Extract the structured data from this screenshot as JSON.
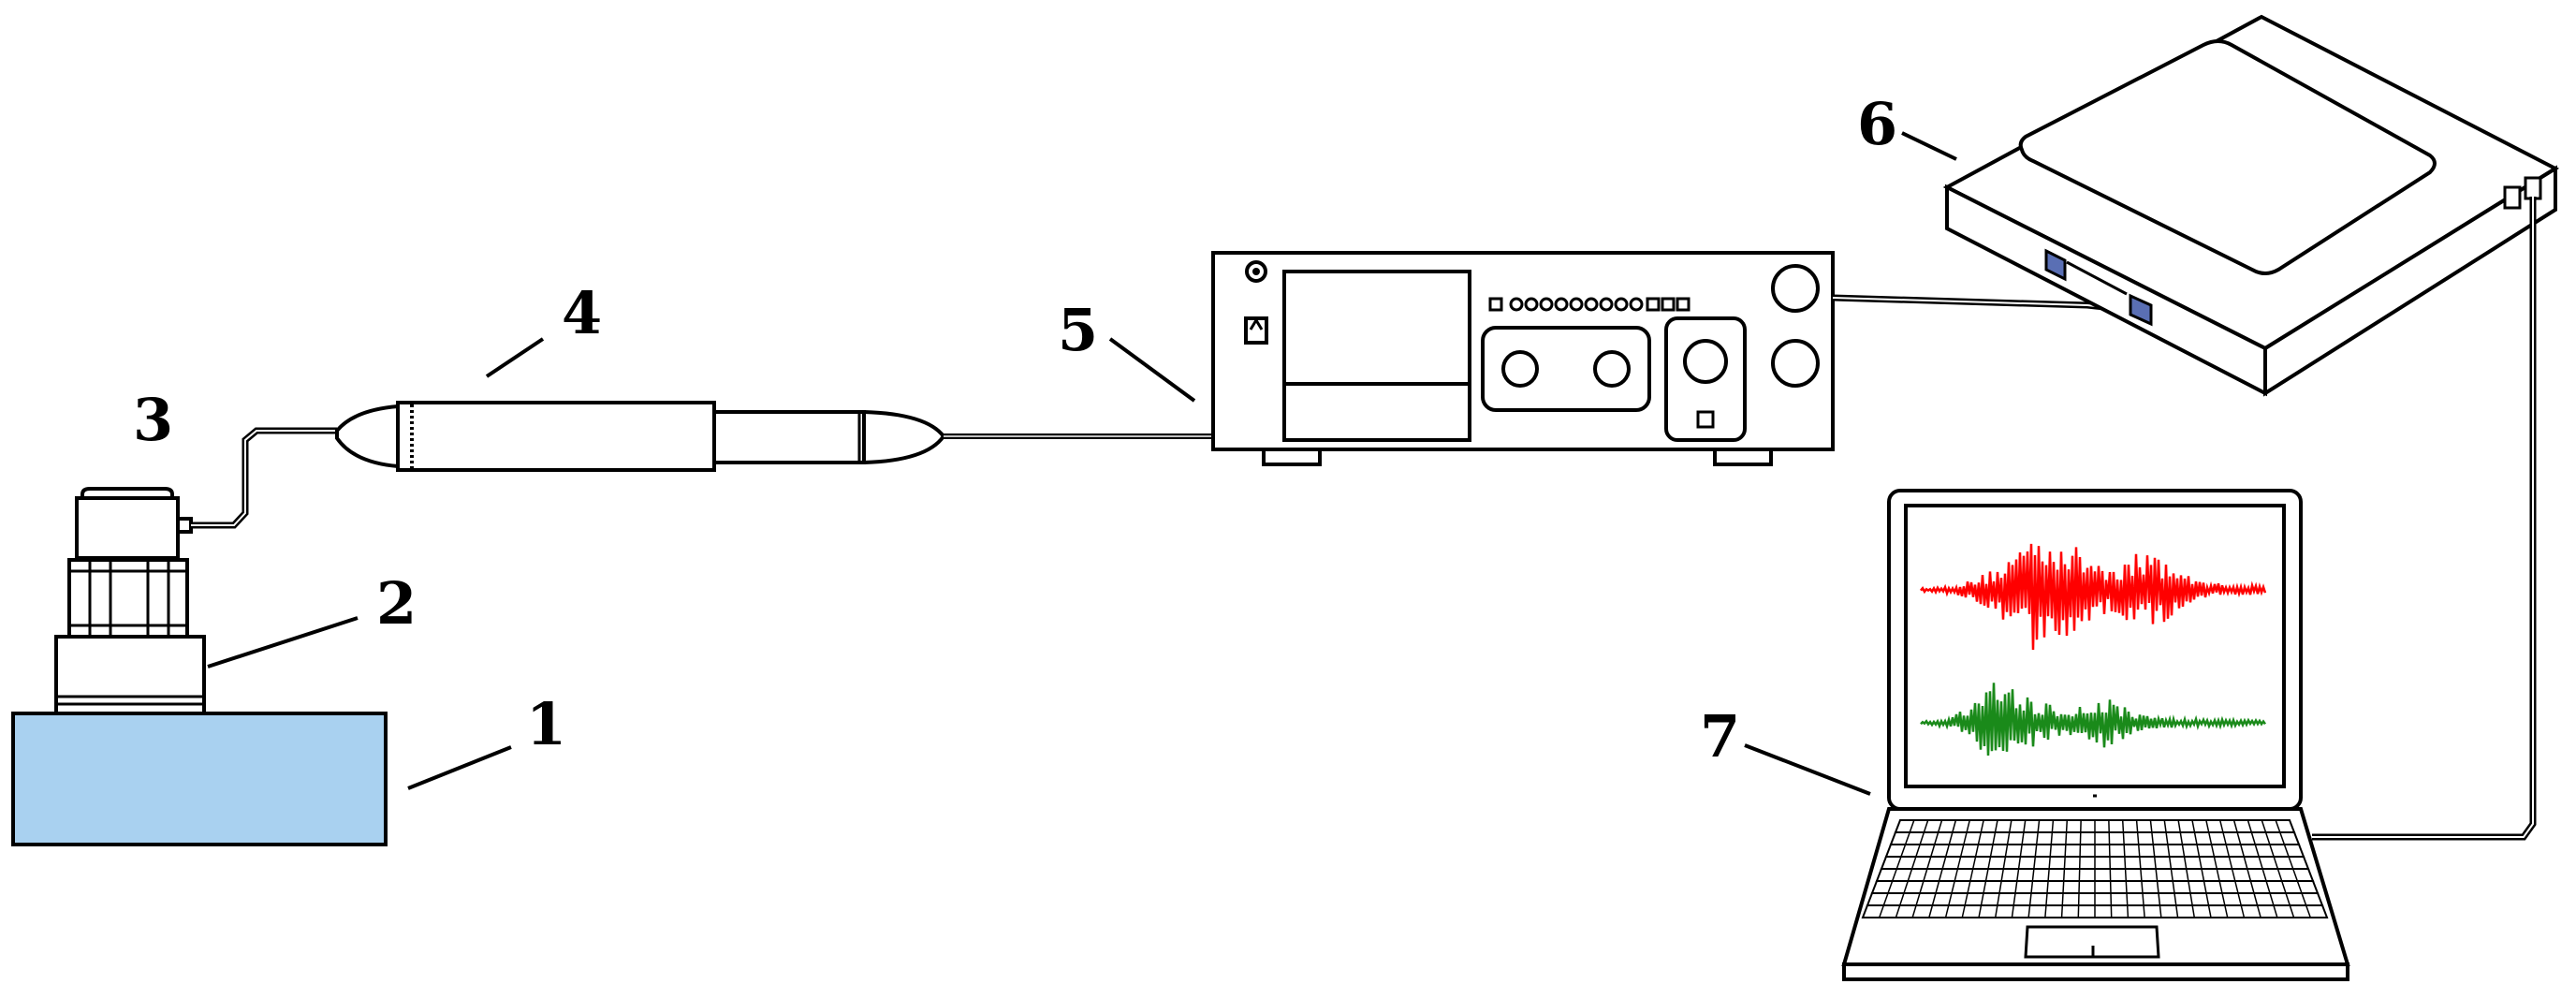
{
  "labels": {
    "block": "1",
    "base": "2",
    "sensor": "3",
    "preamplifier": "4",
    "host_unit": "5",
    "router": "6",
    "laptop": "7"
  },
  "colors": {
    "block_fill": "#a9d1f0",
    "waveform_top": "#ff0000",
    "waveform_bottom": "#1a8a1a",
    "outline": "#000000"
  }
}
